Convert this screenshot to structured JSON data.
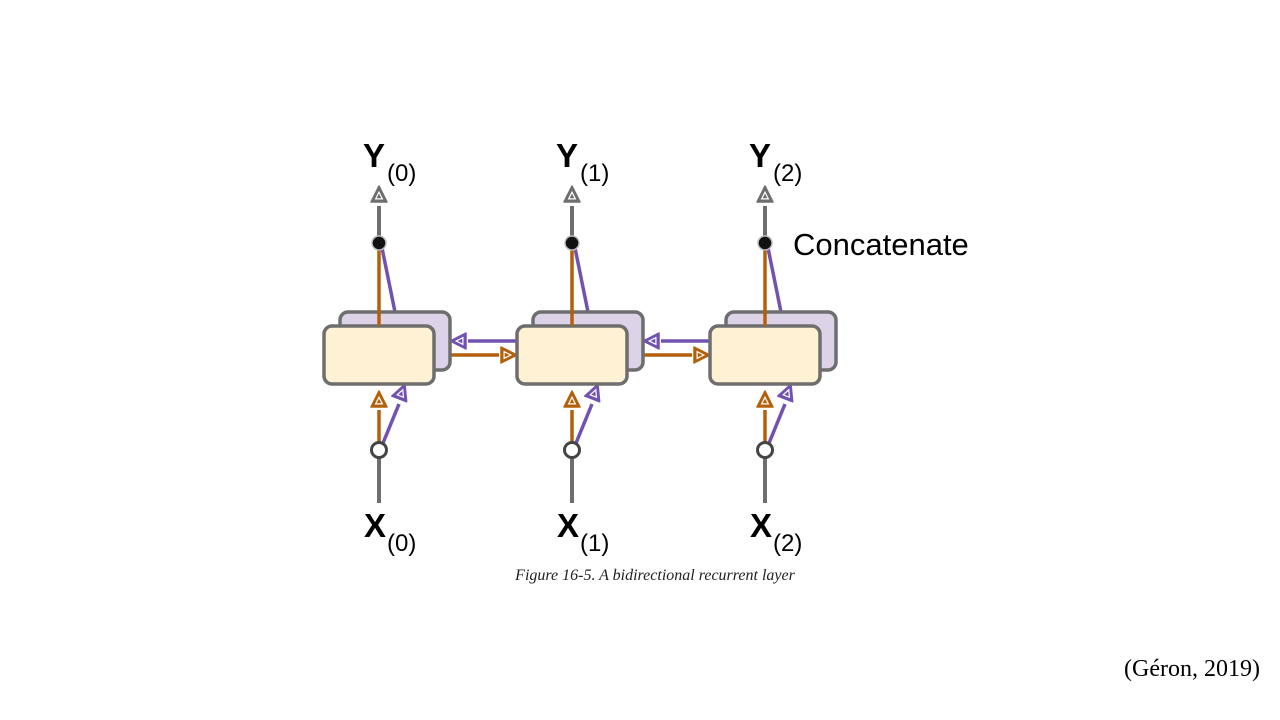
{
  "diagram": {
    "outputs": [
      {
        "symbol": "Y",
        "index": "(0)"
      },
      {
        "symbol": "Y",
        "index": "(1)"
      },
      {
        "symbol": "Y",
        "index": "(2)"
      }
    ],
    "inputs": [
      {
        "symbol": "X",
        "index": "(0)"
      },
      {
        "symbol": "X",
        "index": "(1)"
      },
      {
        "symbol": "X",
        "index": "(2)"
      }
    ],
    "concat_label": "Concatenate",
    "colors": {
      "forward": "#b3600b",
      "backward": "#7252b0",
      "forward_cell_fill": "#fff2d4",
      "backward_cell_fill": "#dcd3e8",
      "cell_stroke": "#6e6e6e",
      "io_line": "#6e6e6e"
    }
  },
  "caption": "Figure 16-5. A bidirectional recurrent layer",
  "citation": "(Géron, 2019)"
}
